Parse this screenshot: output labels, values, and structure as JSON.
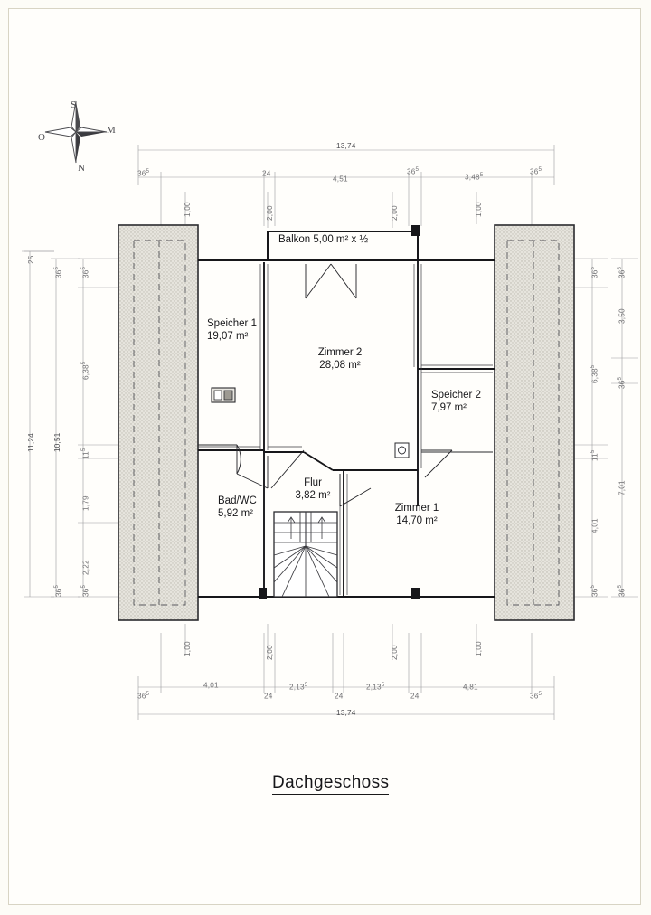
{
  "document": {
    "title": "Dachgeschoss",
    "sheet_kind": "floor-plan"
  },
  "compass": {
    "north_label": "N",
    "south_label": "S",
    "east_label": "M",
    "west_label": "O"
  },
  "rooms": [
    {
      "key": "speicher1",
      "name": "Speicher 1",
      "area": "19,07 m²"
    },
    {
      "key": "zimmer2",
      "name": "Zimmer 2",
      "area": "28,08 m²"
    },
    {
      "key": "speicher2",
      "name": "Speicher 2",
      "area": "7,97 m²"
    },
    {
      "key": "badwc",
      "name": "Bad/WC",
      "area": "5,92 m²"
    },
    {
      "key": "flur",
      "name": "Flur",
      "area": "3,82 m²"
    },
    {
      "key": "zimmer1",
      "name": "Zimmer 1",
      "area": "14,70 m²"
    }
  ],
  "balcony": {
    "label": "Balkon  5,00 m² x ½"
  },
  "dimensions": {
    "top_overall": "13,74",
    "bottom_overall": "13,74",
    "top_chain": [
      "36",
      "24",
      "4,51",
      "36",
      "3,48",
      "36"
    ],
    "top_chain_sup": [
      "5",
      "",
      "",
      "5",
      "5",
      "5"
    ],
    "bottom_chain": [
      "36",
      "4,01",
      "24",
      "2,13",
      "24",
      "2,13",
      "24",
      "4,81",
      "36"
    ],
    "bottom_chain_sup": [
      "5",
      "",
      "",
      "5",
      "",
      "5",
      "",
      "",
      "5"
    ],
    "left_outer": "11,24",
    "left_second": "10,51",
    "left_top_small": "25",
    "left_chain": [
      "36",
      "36",
      "6,38",
      "11",
      "1,79",
      "2,22",
      "36",
      "36"
    ],
    "left_chain_sup": [
      "5",
      "5",
      "5",
      "5",
      "",
      "",
      "5",
      "5"
    ],
    "right_inner": [
      "36",
      "36",
      "6,38",
      "11",
      "4,01",
      "36",
      "36"
    ],
    "right_inner_sup": [
      "5",
      "5",
      "5",
      "5",
      "",
      "5",
      "5"
    ],
    "right_outer": [
      "3,50",
      "36",
      "7,01"
    ],
    "right_outer_sup": [
      "",
      "5",
      ""
    ],
    "top_openings": [
      "1,00",
      "2,00",
      "2,00",
      "1,00"
    ],
    "bottom_openings": [
      "1,00",
      "2,00",
      "2,00",
      "1,00"
    ]
  },
  "colors": {
    "ink": "#17171a",
    "dimension_ink": "#6f6f72",
    "paper": "#fffefb",
    "frame": "#d8d4c4",
    "hatch": "#d9d7d0"
  }
}
